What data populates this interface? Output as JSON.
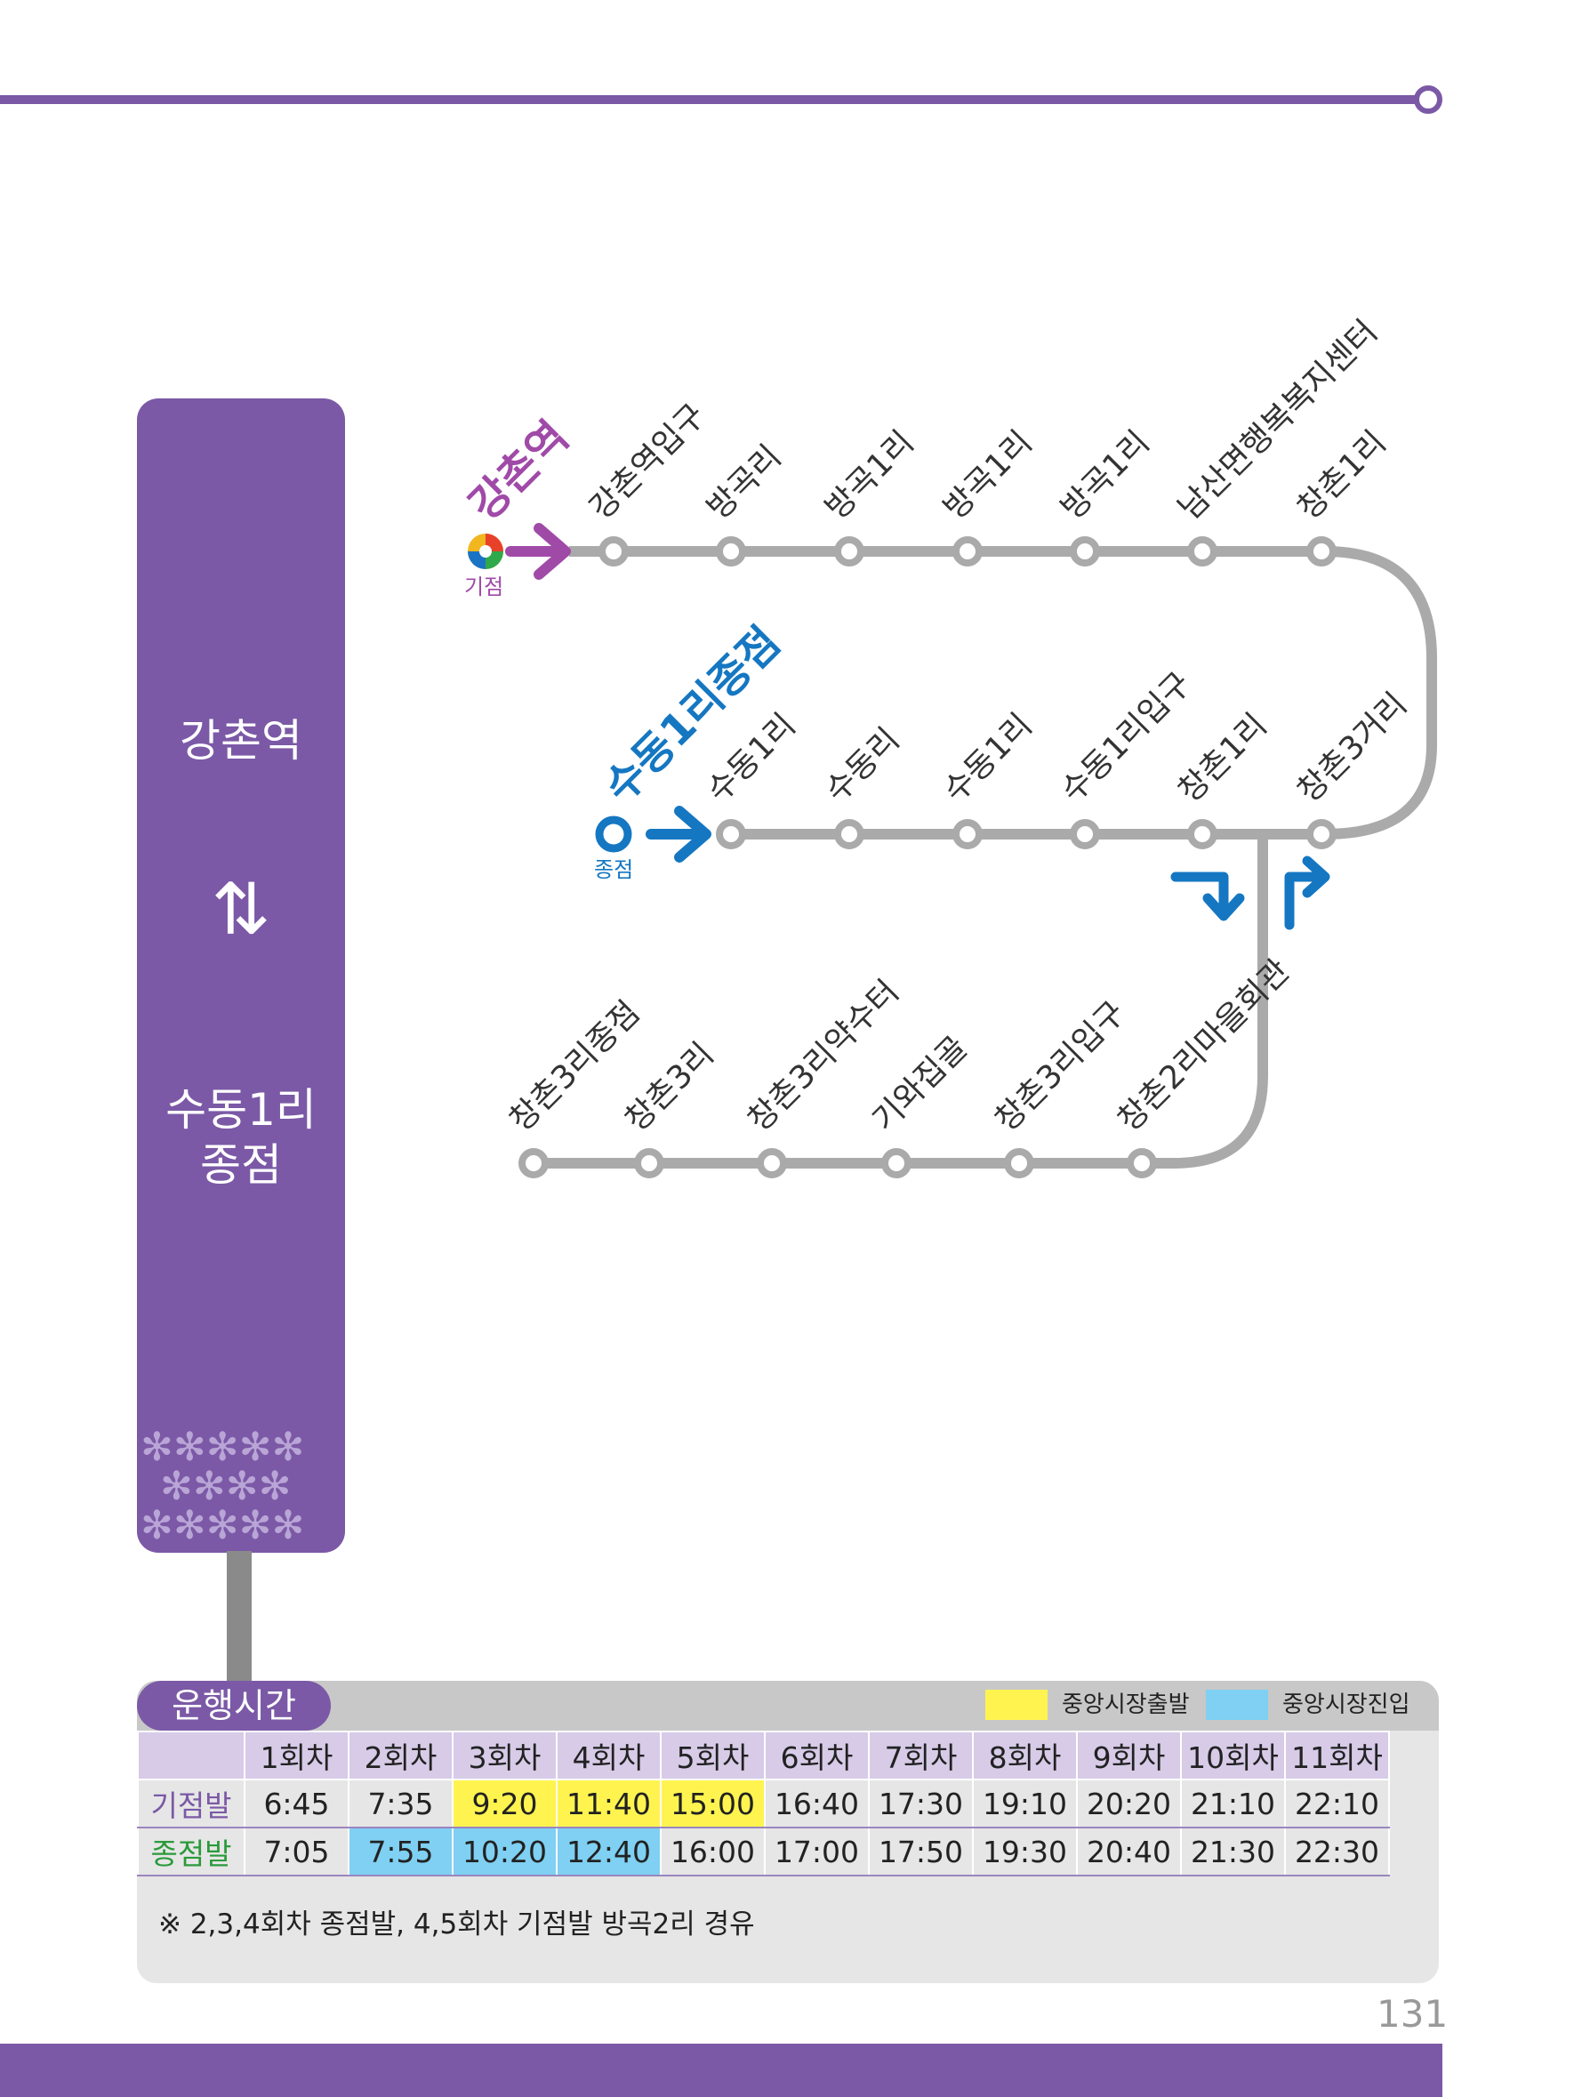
{
  "sidebar": {
    "origin": "강촌역",
    "arrows": "⇅",
    "dest_line1": "수동1리",
    "dest_line2": "종점"
  },
  "route": {
    "start_label": "강촌역",
    "start_badge": "기점",
    "end_label": "수동1리종점",
    "end_badge": "종점",
    "row1_stops": [
      "강촌역입구",
      "방곡리",
      "방곡1리",
      "방곡1리",
      "방곡1리",
      "남산면행복복지센터",
      "창촌1리"
    ],
    "row2_stops": [
      "수동1리",
      "수동리",
      "수동1리",
      "수동1리입구",
      "창촌1리",
      "창촌3거리"
    ],
    "row3_stops": [
      "창촌3리종점",
      "창촌3리",
      "창촌3리약수터",
      "기와집골",
      "창촌3리입구",
      "창촌2리마을회관"
    ],
    "colors": {
      "line": "#aaaaaa",
      "start": "#a04aa8",
      "end": "#1577c2",
      "sidebar": "#7b59a6"
    }
  },
  "schedule": {
    "title": "운행시간",
    "legend": [
      {
        "label": "중앙시장출발",
        "color": "#fff44f"
      },
      {
        "label": "중앙시장진입",
        "color": "#7fd0f2"
      }
    ],
    "columns": [
      "1회차",
      "2회차",
      "3회차",
      "4회차",
      "5회차",
      "6회차",
      "7회차",
      "8회차",
      "9회차",
      "10회차",
      "11회차"
    ],
    "rows": [
      {
        "label": "기점발",
        "times": [
          "6:45",
          "7:35",
          "9:20",
          "11:40",
          "15:00",
          "16:40",
          "17:30",
          "19:10",
          "20:20",
          "21:10",
          "22:10"
        ],
        "highlight": [
          "",
          "",
          "yellow",
          "yellow",
          "yellow",
          "",
          "",
          "",
          "",
          "",
          ""
        ]
      },
      {
        "label": "종점발",
        "times": [
          "7:05",
          "7:55",
          "10:20",
          "12:40",
          "16:00",
          "17:00",
          "17:50",
          "19:30",
          "20:40",
          "21:30",
          "22:30"
        ],
        "highlight": [
          "",
          "blue",
          "blue",
          "blue",
          "",
          "",
          "",
          "",
          "",
          "",
          ""
        ]
      }
    ],
    "note": "※ 2,3,4회차 종점발, 4,5회차 기점발 방곡2리 경유"
  },
  "page_number": "131"
}
